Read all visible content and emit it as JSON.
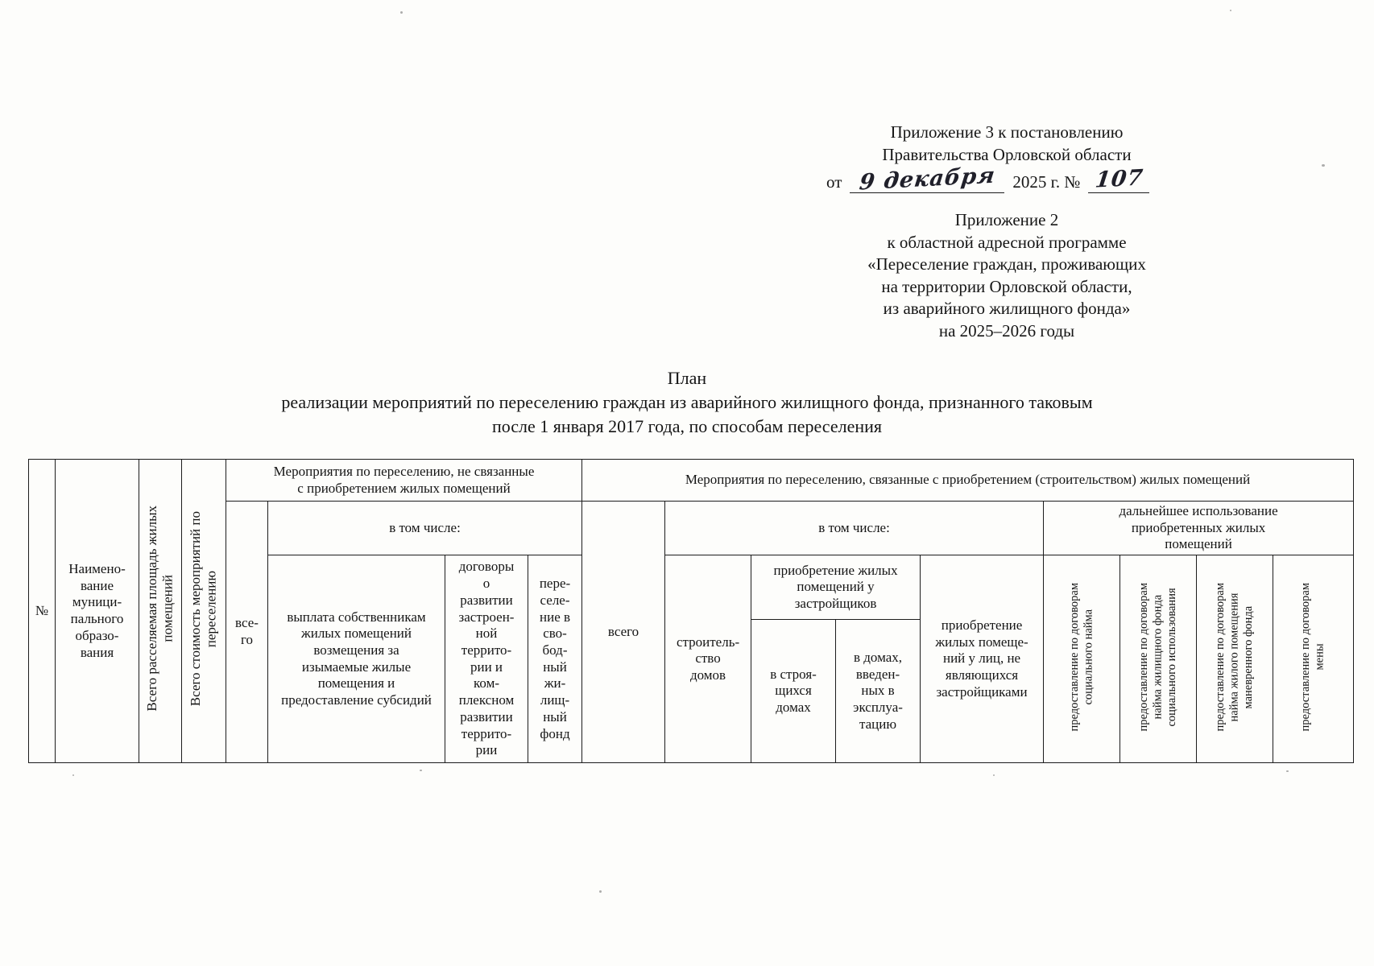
{
  "appendix3": {
    "line1": "Приложение 3 к постановлению",
    "line2": "Правительства Орловской области",
    "prefix": "от",
    "handwritten_date": "9 декабря",
    "middle": "2025 г. №",
    "handwritten_number": "107"
  },
  "appendix2": {
    "lines": [
      "Приложение 2",
      "к областной адресной программе",
      "«Переселение граждан, проживающих",
      "на территории Орловской области,",
      "из аварийного жилищного фонда»",
      "на 2025–2026 годы"
    ]
  },
  "doc_title": {
    "line1": "План",
    "line2": "реализации мероприятий по переселению граждан из аварийного жилищного фонда, признанного таковым",
    "line3": "после 1 января 2017 года, по способам переселения"
  },
  "table": {
    "num": "№",
    "municipality": "Наимено-\nвание\nмуници-\nпального\nобразо-\nвания",
    "total_area": "Всего расселяемая площадь жилых\nпомещений",
    "total_cost": "Всего стоимость мероприятий по\nпереселению",
    "group_no_acquisition": "Мероприятия по переселению, не связанные\nс приобретением жилых помещений",
    "group_acquisition": "Мероприятия по переселению, связанные с приобретением (строительством) жилых помещений",
    "subtotal_left": "все-\nго",
    "including_left": "в том числе:",
    "payment_owners": "выплата собственникам\nжилых помещений\nвозмещения за\nизымаемые жилые\nпомещения и\nпредоставление субсидий",
    "development_contracts": "договоры\nо\nразвитии\nзастроен-\nной\nтеррито-\nрии и\nком-\nплексном\nразвитии\nтеррито-\nрии",
    "free_housing": "пере-\nселе-\nние в\nсво-\nбод-\nный\nжи-\nлищ-\nный\nфонд",
    "subtotal_right": "всего",
    "including_right": "в том числе:",
    "further_use": "дальнейшее использование\nприобретенных жилых\nпомещений",
    "construction": "строитель-\nство\nдомов",
    "purchase_developers": "приобретение жилых\nпомещений у\nзастройщиков",
    "in_construction": "в строя-\nщихся\nдомах",
    "commissioned": "в домах,\nвведен-\nных в\nэксплуа-\nтацию",
    "purchase_non_developers": "приобретение\nжилых помеще-\nний у лиц, не\nявляющихся\nзастройщиками",
    "social_rent": "предоставление по договорам\nсоциального найма",
    "social_use_rent": "предоставление по договорам\nнайма жилищного фонда\nсоциального использования",
    "maneuver_rent": "предоставление по договорам\nнайма жилого помещения\nманевренного фонда",
    "exchange": "предоставление по договорам\nмены"
  }
}
